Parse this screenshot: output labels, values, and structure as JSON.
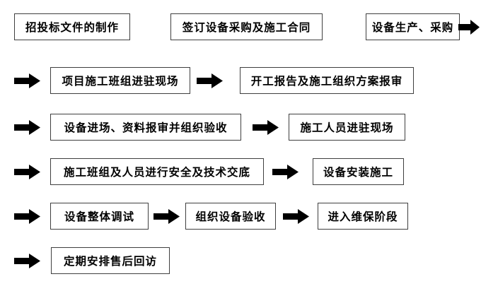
{
  "flow": {
    "steps": [
      {
        "row": 1,
        "label": "招投标文件的制作"
      },
      {
        "row": 1,
        "label": "签订设备采购及施工合同"
      },
      {
        "row": 1,
        "label": "设备生产、采购"
      },
      {
        "row": 2,
        "label": "项目施工班组进驻现场"
      },
      {
        "row": 2,
        "label": "开工报告及施工组织方案报审"
      },
      {
        "row": 3,
        "label": "设备进场、资料报审并组织验收"
      },
      {
        "row": 3,
        "label": "施工人员进驻现场"
      },
      {
        "row": 4,
        "label": "施工班组及人员进行安全及技术交底"
      },
      {
        "row": 4,
        "label": "设备安装施工"
      },
      {
        "row": 5,
        "label": "设备整体调试"
      },
      {
        "row": 5,
        "label": "组织设备验收"
      },
      {
        "row": 5,
        "label": "进入维保阶段"
      },
      {
        "row": 6,
        "label": "定期安排售后回访"
      }
    ],
    "icons": {
      "arrow": "arrow-right-icon"
    },
    "colors": {
      "background": "#ffffff",
      "box_border": "#3f3f3f",
      "text": "#000000",
      "arrow": "#000000"
    }
  }
}
